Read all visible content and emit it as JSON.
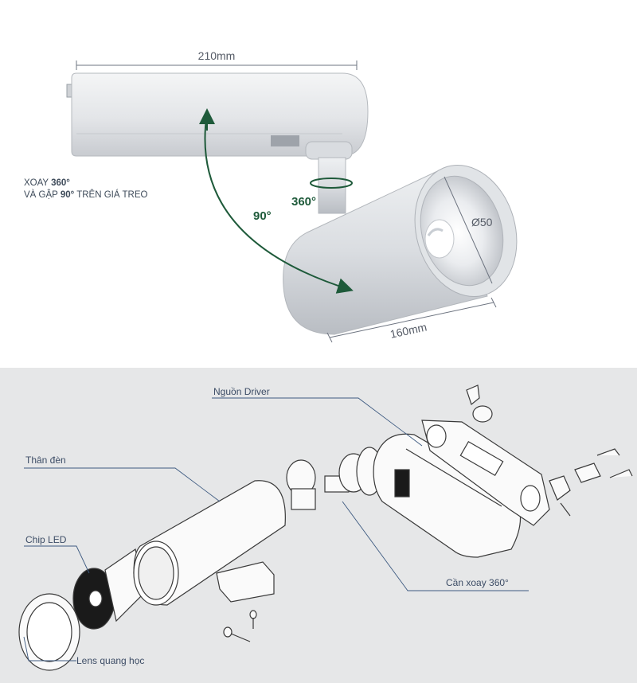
{
  "top": {
    "dim_width": "210mm",
    "dim_length": "160mm",
    "dim_diameter": "Ø50",
    "rotate_360": "360°",
    "tilt_90": "90°",
    "caption_line1": {
      "pre": "XOAY ",
      "bold": "360°",
      "post": ""
    },
    "caption_line2": {
      "pre": "VÀ GẬP ",
      "bold": "90°",
      "post": " TRÊN GIÁ TREO"
    }
  },
  "bottom": {
    "labels": {
      "driver": "Nguồn Driver",
      "body": "Thân đèn",
      "chip": "Chip LED",
      "lens": "Lens quang học",
      "arm": "Cần xoay 360°"
    }
  },
  "colors": {
    "arrow_green": "#1e5a3a",
    "leader_blue": "#3d5a80",
    "bottom_bg": "#e6e7e8"
  }
}
